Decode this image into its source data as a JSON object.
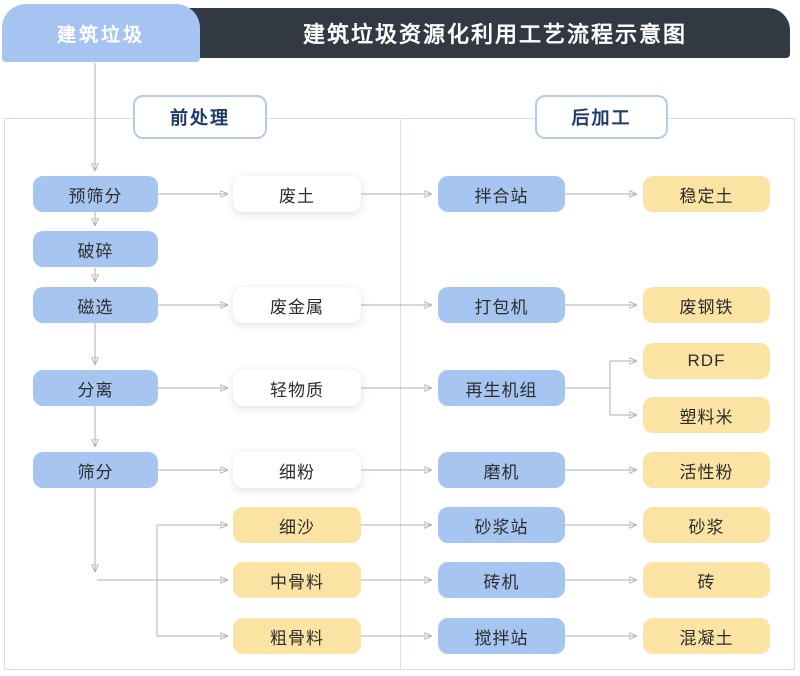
{
  "header": {
    "tab_label": "建筑垃圾",
    "title": "建筑垃圾资源化利用工艺流程示意图"
  },
  "sections": {
    "pre_processing": "前处理",
    "post_processing": "后加工"
  },
  "nodes": {
    "pre_screening": "预筛分",
    "crushing": "破碎",
    "magnetic_separation": "磁选",
    "separation": "分离",
    "screening": "筛分",
    "waste_soil": "废土",
    "waste_metal": "废金属",
    "light_material": "轻物质",
    "fine_powder": "细粉",
    "fine_sand": "细沙",
    "medium_aggregate": "中骨料",
    "coarse_aggregate": "粗骨料",
    "mixing_plant": "拌合站",
    "baling_machine": "打包机",
    "regeneration_unit": "再生机组",
    "mill": "磨机",
    "mortar_plant": "砂浆站",
    "brick_machine": "砖机",
    "agitation_plant": "搅拌站",
    "stabilized_soil": "稳定土",
    "waste_steel": "废钢铁",
    "rdf": "RDF",
    "plastic_pellets": "塑料米",
    "active_powder": "活性粉",
    "mortar": "砂浆",
    "brick": "砖",
    "concrete": "混凝土"
  },
  "colors": {
    "process_box_blue": "#a6c5f1",
    "product_box_yellow": "#fbe3a3",
    "header_dark": "#323943",
    "section_border_blue": "#b3cbf2",
    "section_text_navy": "#1d3a6e",
    "connector_gray": "#b0b2b8",
    "panel_border": "#d8dbe9"
  }
}
